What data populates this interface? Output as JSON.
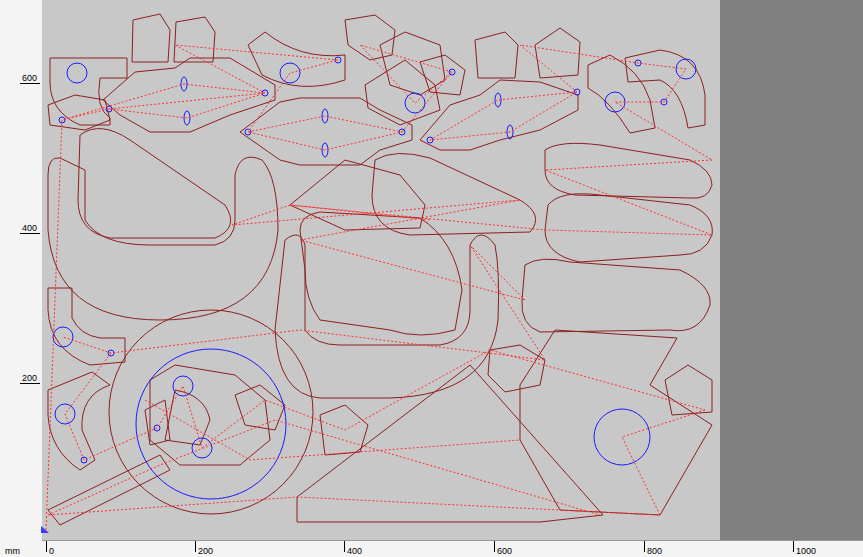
{
  "diagram": {
    "labels": [
      "600",
      "400",
      "200",
      "mm",
      "0",
      "200",
      "400",
      "600",
      "800",
      "1000"
    ]
  }
}
